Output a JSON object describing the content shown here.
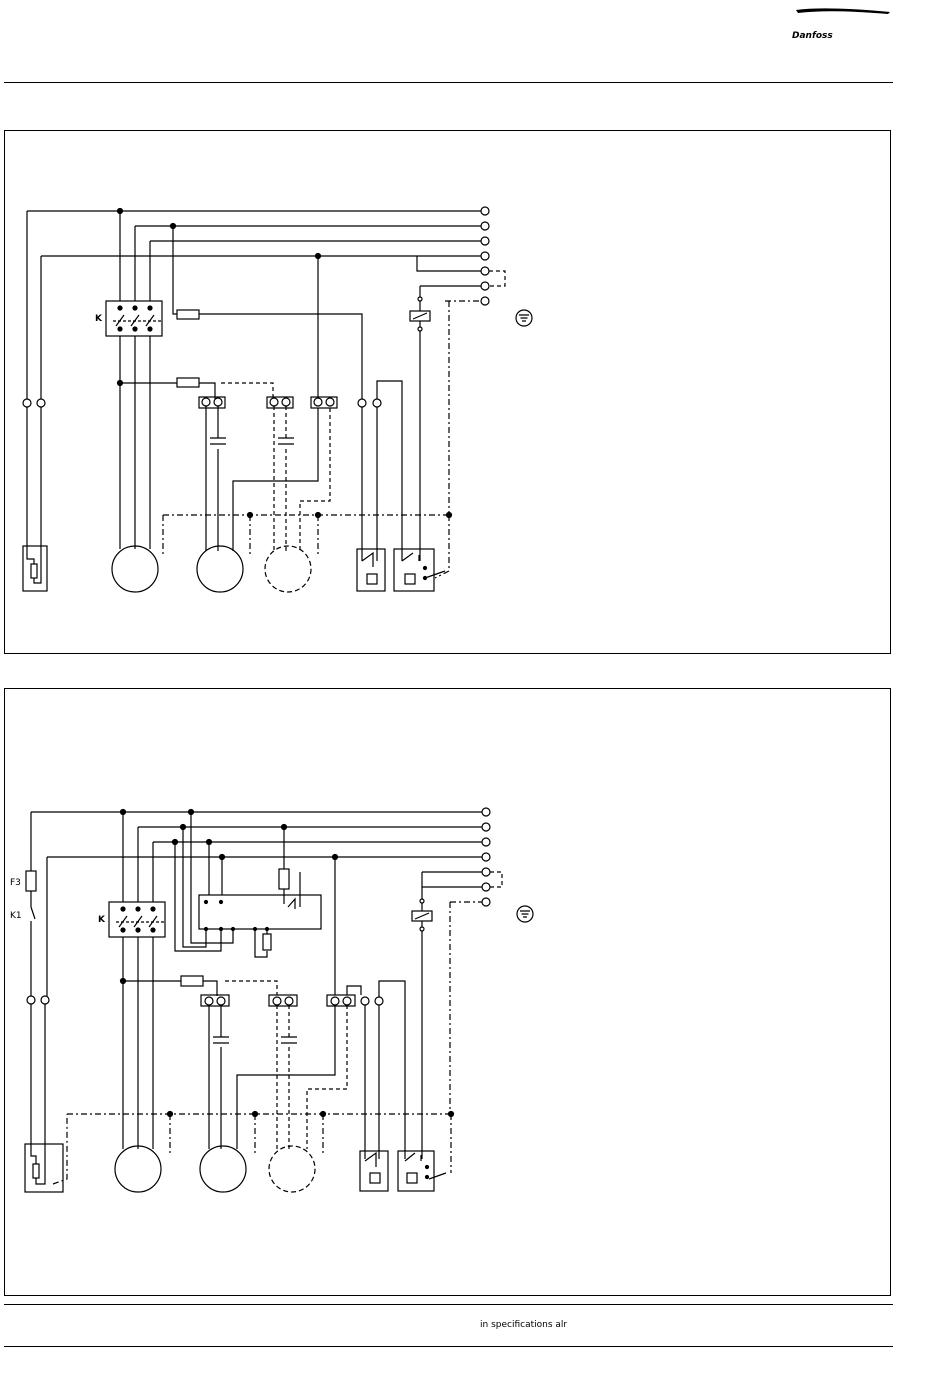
{
  "header": {
    "brand": "Danfoss",
    "brand_color": "#000000"
  },
  "diagram1": {
    "contactor_label": "K"
  },
  "diagram2": {
    "contactor_label": "K",
    "fuse_label": "F3",
    "switch_label": "K1"
  },
  "footer": {
    "note": "in specifications alr"
  },
  "icons": [
    "danfoss-logo",
    "earth-symbol-icon"
  ]
}
